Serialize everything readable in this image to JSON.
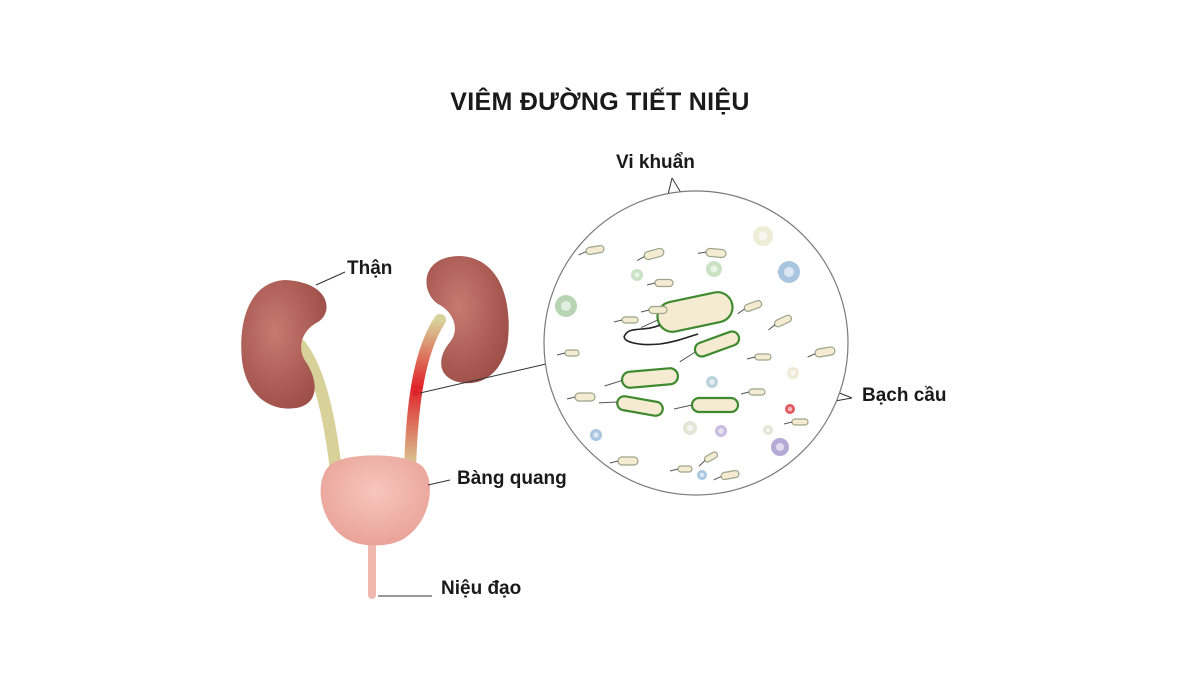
{
  "title": "VIÊM ĐƯỜNG TIẾT NIỆU",
  "labels": {
    "kidney": "Thận",
    "bacteria": "Vi khuẩn",
    "white_blood_cells": "Bạch cầu",
    "bladder": "Bàng quang",
    "urethra": "Niệu đạo"
  },
  "colors": {
    "kidney": "#b4625a",
    "kidney_shadow": "#8f4640",
    "ureter": "#d8d29a",
    "inflammation": "#d8232a",
    "bladder": "#f2b2a8",
    "bacteria_outline": "#3f8a2f",
    "bacteria_fill": "#f5ead2",
    "circle_outline": "#7a7a7a"
  }
}
